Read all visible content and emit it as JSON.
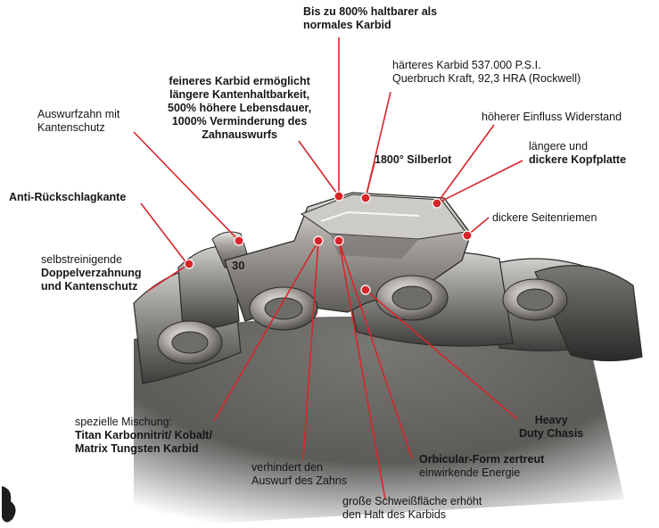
{
  "labels": {
    "top": {
      "line1": "Bis zu 800% haltbarer als",
      "line2": "normales Karbid"
    },
    "finer_carbide": {
      "line1": "feineres Karbid ermöglicht",
      "line2": "längere Kantenhaltbarkeit,",
      "line3": "500% höhere Lebensdauer,",
      "line4": "1000% Verminderung des",
      "line5": "Zahnauswurfs"
    },
    "harder_carbide": {
      "line1": "härteres Karbid 537.000 P.S.I.",
      "line2": "Querbruch Kraft, 92,3 HRA (Rockwell)"
    },
    "ejection_tooth": {
      "line1": "Auswurfzahn mit",
      "line2": "Kantenschutz"
    },
    "higher_influence": {
      "line1": "höherer Einfluss Widerstand"
    },
    "silver_solder": {
      "line1": "1800° Silberlot"
    },
    "top_plate": {
      "line1": "längere und",
      "line2": "dickere Kopfplatte"
    },
    "anti_kickback": {
      "line1": "Anti-Rückschlagkante"
    },
    "side_straps": {
      "line1": "dickere Seitenriemen"
    },
    "self_cleaning": {
      "line1": "selbstreinigende",
      "line2": "Doppelverzahnung",
      "line3": "und Kantenschutz"
    },
    "special_mix": {
      "line1": "spezielle Mischung:",
      "line2": "Titan Karbonnitrit/ Kobalt/",
      "line3": "Matrix Tungsten Karbid"
    },
    "heavy_duty": {
      "line1": "Heavy",
      "line2": "Duty Chasis"
    },
    "prevents_ejection": {
      "line1": "verhindert den",
      "line2": "Auswurf des Zahns"
    },
    "orbicular": {
      "line1": "Orbicular-Form zertreut",
      "line2": "einwirkende Energie"
    },
    "weld_surface": {
      "line1": "große Schweißfläche erhöht",
      "line2": "den Halt des Karbids"
    },
    "link_marking": "30"
  },
  "colors": {
    "leader_line": "#d8252a",
    "marker_dot": "#d8252a",
    "label_text": "#161616",
    "chain_steel": "#8d8b88",
    "background": "#ffffff"
  }
}
